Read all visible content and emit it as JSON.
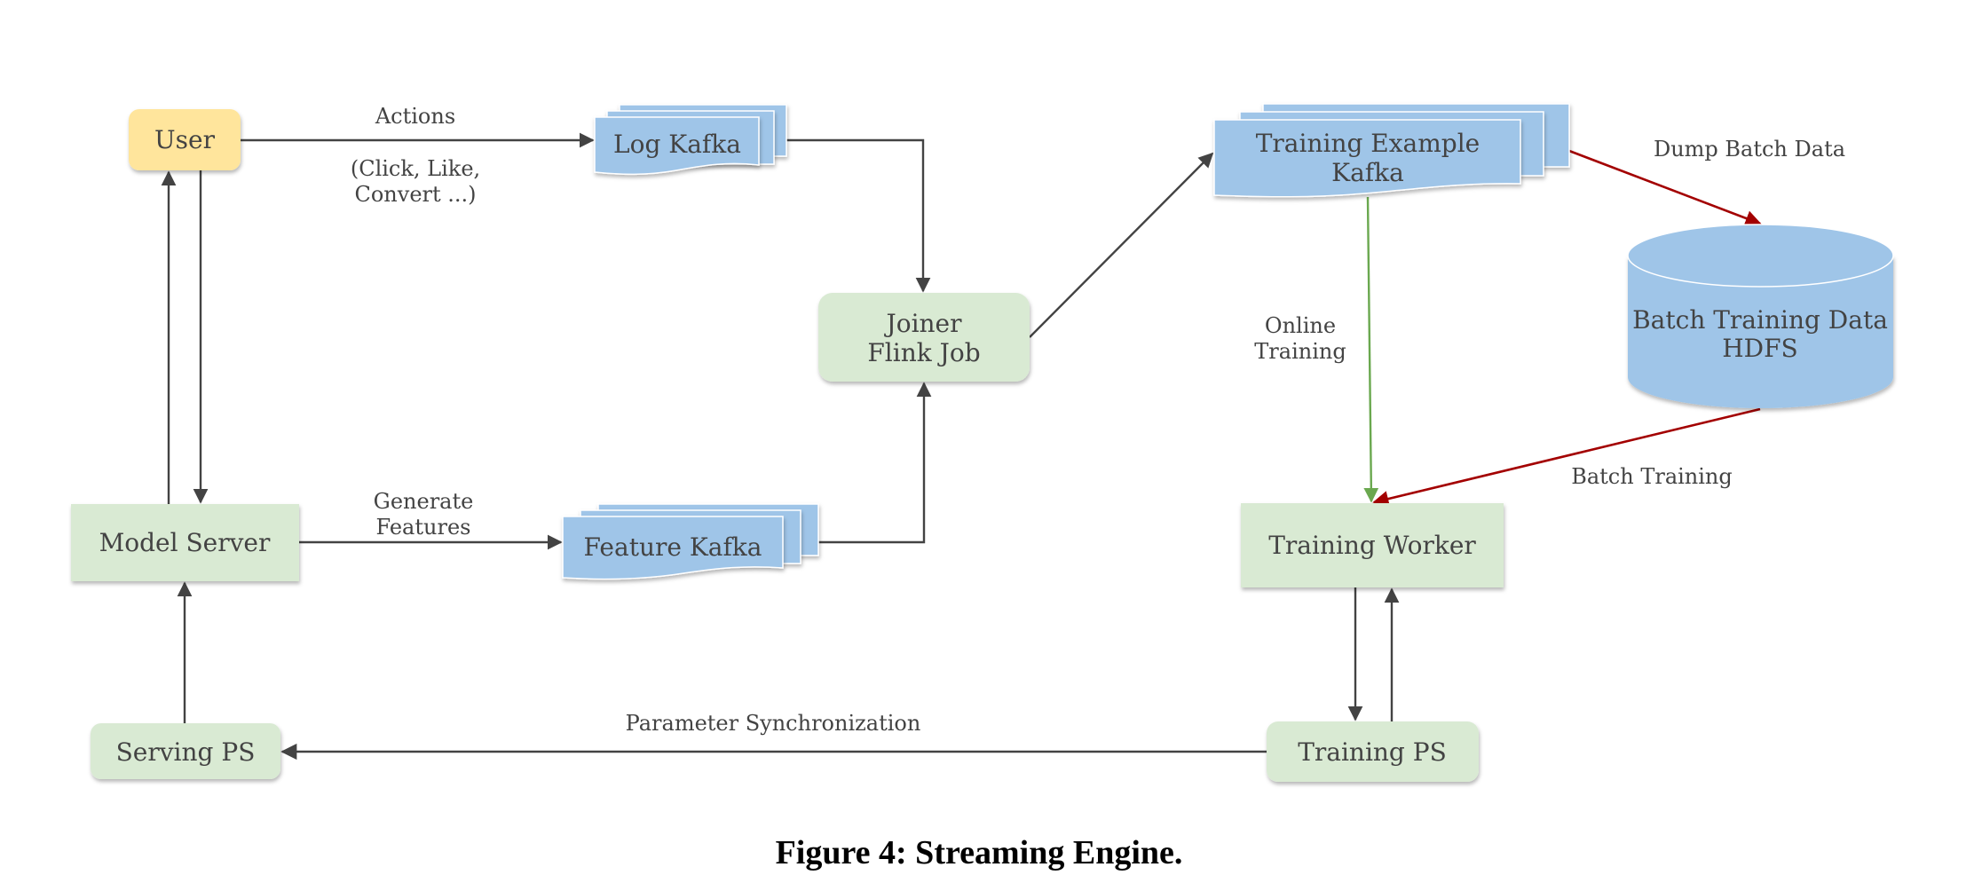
{
  "figure": {
    "caption": "Figure 4: Streaming Engine."
  },
  "colors": {
    "user_fill": "#FFE59C",
    "process_fill": "#D9EAD3",
    "storage_fill": "#9FC5E8",
    "edge_default": "#434343",
    "edge_batch": "#A30000",
    "edge_online": "#6AA84F",
    "text": "#434343"
  },
  "nodes": {
    "user": {
      "lines": [
        "User"
      ]
    },
    "log_kafka": {
      "lines": [
        "Log Kafka"
      ]
    },
    "joiner": {
      "lines": [
        "Joiner",
        "Flink Job"
      ]
    },
    "training_example_kafka": {
      "lines": [
        "Training Example",
        "Kafka"
      ]
    },
    "batch_training_data": {
      "lines": [
        "Batch Training Data",
        "HDFS"
      ]
    },
    "model_server": {
      "lines": [
        "Model Server"
      ]
    },
    "feature_kafka": {
      "lines": [
        "Feature Kafka"
      ]
    },
    "training_worker": {
      "lines": [
        "Training Worker"
      ]
    },
    "serving_ps": {
      "lines": [
        "Serving PS"
      ]
    },
    "training_ps": {
      "lines": [
        "Training PS"
      ]
    }
  },
  "edge_labels": {
    "actions": [
      "Actions"
    ],
    "actions_detail": [
      "(Click, Like,",
      "Convert ...)"
    ],
    "generate_features": [
      "Generate",
      "Features"
    ],
    "dump_batch_data": [
      "Dump Batch Data"
    ],
    "online_training": [
      "Online",
      "Training"
    ],
    "batch_training": [
      "Batch Training"
    ],
    "parameter_sync": [
      "Parameter Synchronization"
    ]
  },
  "edges": [
    {
      "from": "user",
      "to": "log_kafka",
      "label": "actions",
      "style": "default"
    },
    {
      "from": "log_kafka",
      "to": "joiner",
      "style": "default"
    },
    {
      "from": "feature_kafka",
      "to": "joiner",
      "style": "default"
    },
    {
      "from": "joiner",
      "to": "training_example_kafka",
      "style": "default"
    },
    {
      "from": "training_example_kafka",
      "to": "batch_training_data",
      "label": "dump_batch_data",
      "style": "batch"
    },
    {
      "from": "training_example_kafka",
      "to": "training_worker",
      "label": "online_training",
      "style": "online"
    },
    {
      "from": "batch_training_data",
      "to": "training_worker",
      "label": "batch_training",
      "style": "batch"
    },
    {
      "from": "training_worker",
      "to": "training_ps",
      "style": "default"
    },
    {
      "from": "training_ps",
      "to": "training_worker",
      "style": "default"
    },
    {
      "from": "training_ps",
      "to": "serving_ps",
      "label": "parameter_sync",
      "style": "default"
    },
    {
      "from": "serving_ps",
      "to": "model_server",
      "style": "default"
    },
    {
      "from": "model_server",
      "to": "user",
      "style": "default"
    },
    {
      "from": "user",
      "to": "model_server",
      "style": "default"
    },
    {
      "from": "model_server",
      "to": "feature_kafka",
      "label": "generate_features",
      "style": "default"
    }
  ]
}
